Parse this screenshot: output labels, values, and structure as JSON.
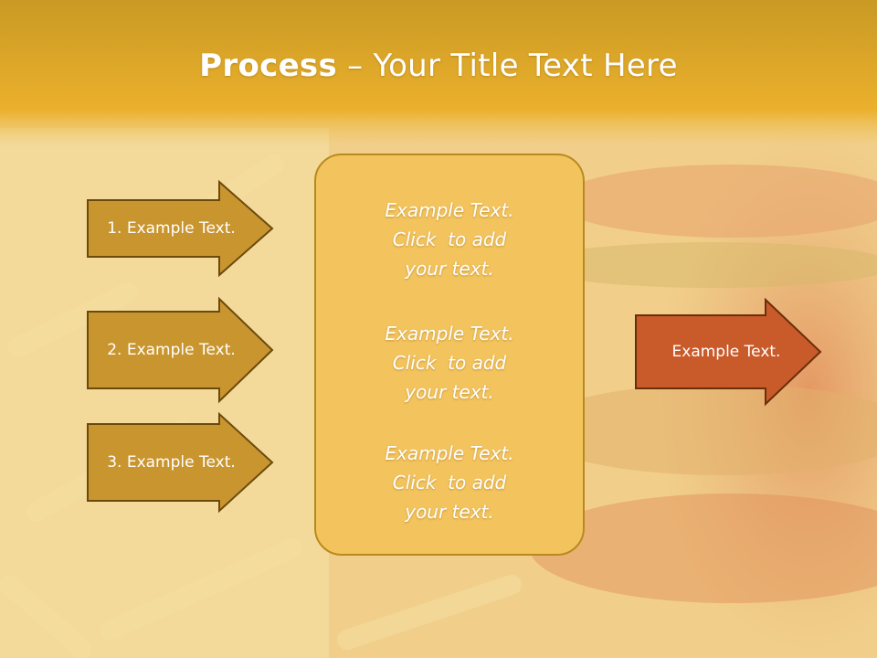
{
  "slide": {
    "title_bold": "Process",
    "title_rest": " – Your Title Text Here",
    "left_arrows": [
      {
        "label": "1. Example Text."
      },
      {
        "label": "2. Example Text."
      },
      {
        "label": "3. Example Text."
      }
    ],
    "center_panel": {
      "items": [
        {
          "line1": "Example Text.",
          "line2": "Click  to add",
          "line3": "your text."
        },
        {
          "line1": "Example Text.",
          "line2": "Click  to add",
          "line3": "your text."
        },
        {
          "line1": "Example Text.",
          "line2": "Click  to add",
          "line3": "your text."
        }
      ]
    },
    "right_arrow": {
      "label": "Example Text."
    }
  },
  "colors": {
    "header_gold": "#e9b22c",
    "arrow_fill": "#c9952f",
    "arrow_border": "#6b4a0c",
    "panel_fill": "#f3c45e",
    "right_arrow_fill": "#c95a2a"
  }
}
